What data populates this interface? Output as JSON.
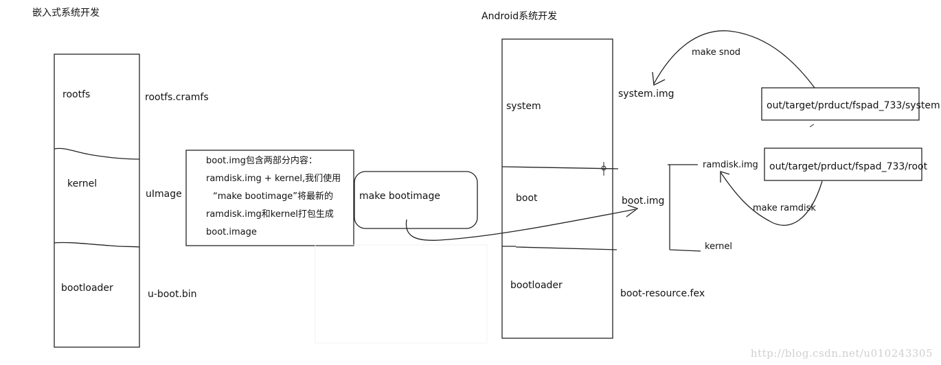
{
  "left_diagram": {
    "title": "嵌入式系统开发",
    "partitions": {
      "rootfs": "rootfs",
      "kernel": "kernel",
      "bootloader": "bootloader"
    },
    "images": {
      "rootfs": "rootfs.cramfs",
      "kernel": "uImage",
      "bootloader": "u-boot.bin"
    }
  },
  "note_box": {
    "lines": [
      "boot.img包含两部分内容：",
      "ramdisk.img + kernel,我们使用",
      "“make bootimage”将最新的",
      "ramdisk.img和kernel打包生成",
      "boot.image"
    ]
  },
  "command_box": {
    "label": "make bootimage"
  },
  "right_diagram": {
    "title": "Android系统开发",
    "partitions": {
      "system": "system",
      "boot": "boot",
      "bootloader": "bootloader"
    },
    "images": {
      "system": "system.img",
      "boot": "boot.img",
      "bootloader": "boot-resource.fex"
    }
  },
  "sources": {
    "system_path": "out/target/prduct/fspad_733/system",
    "root_path": "out/target/prduct/fspad_733/root"
  },
  "commands": {
    "snod": "make snod",
    "ramdisk": "make ramdisk"
  },
  "boot_parts": {
    "ramdisk": "ramdisk.img",
    "kernel": "kernel"
  },
  "watermark": "http://blog.csdn.net/u010243305",
  "colors": {
    "ink": "#111111",
    "watermark": "#cfcfcf",
    "background": "#ffffff"
  }
}
